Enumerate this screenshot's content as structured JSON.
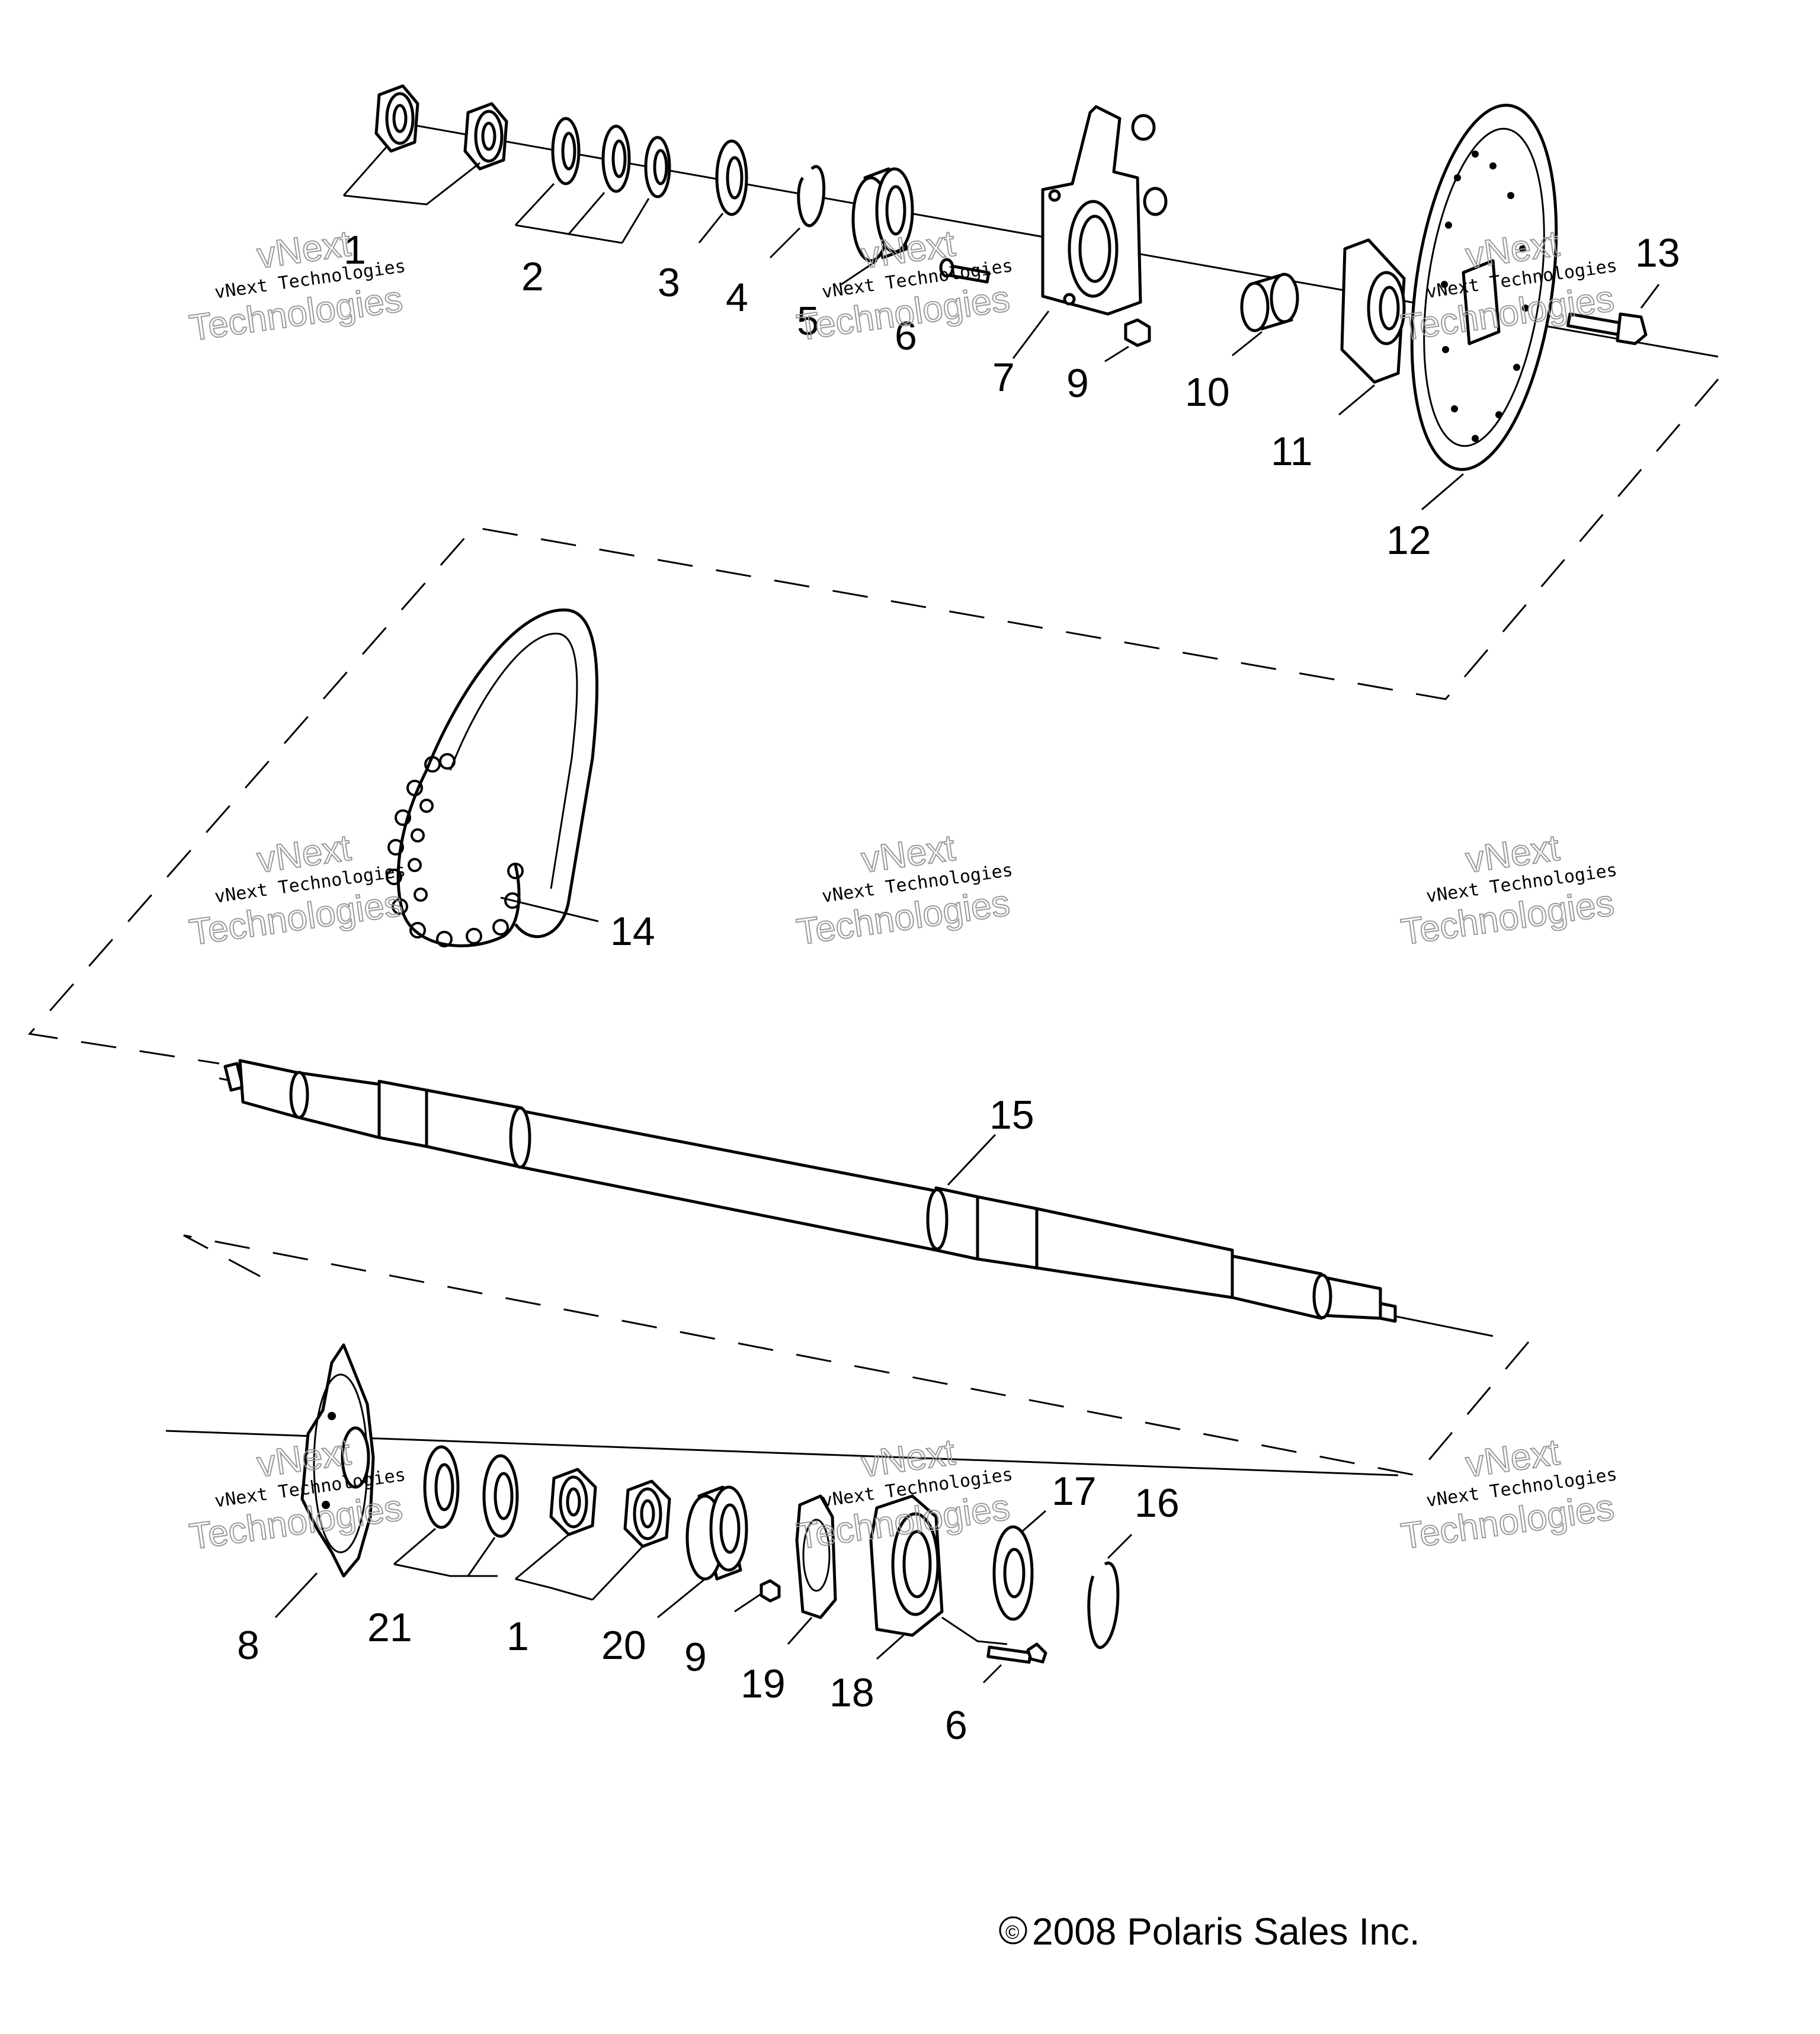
{
  "callouts": [
    "1",
    "2",
    "3",
    "4",
    "5",
    "6",
    "7",
    "8",
    "9",
    "10",
    "11",
    "12",
    "13",
    "14",
    "15",
    "16",
    "17",
    "18",
    "19",
    "20",
    "21"
  ],
  "watermark": {
    "line1": "vNext",
    "line2": "vNext Technologies",
    "line3": "Technologies"
  },
  "copyright": {
    "symbol": "©",
    "text": "2008 Polaris Sales Inc."
  }
}
